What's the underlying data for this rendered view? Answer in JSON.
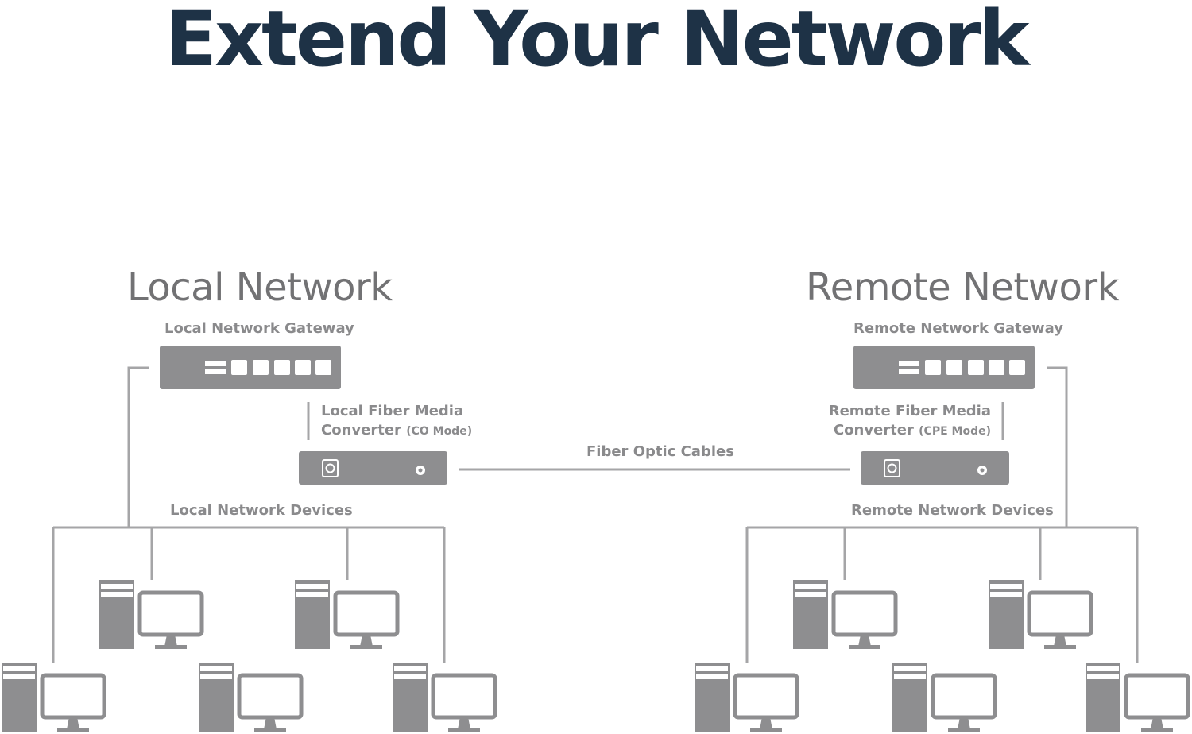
{
  "title": "Extend Your Network",
  "local": {
    "heading": "Local Network",
    "gateway_label": "Local Network Gateway",
    "converter_label_line1": "Local Fiber Media",
    "converter_label_line2": "Converter",
    "converter_mode": "(CO Mode)",
    "devices_label": "Local Network Devices"
  },
  "remote": {
    "heading": "Remote Network",
    "gateway_label": "Remote Network Gateway",
    "converter_label_line1": "Remote Fiber Media",
    "converter_label_line2": "Converter",
    "converter_mode": "(CPE Mode)",
    "devices_label": "Remote Network Devices"
  },
  "link_label": "Fiber Optic Cables",
  "colors": {
    "title": "#1e3246",
    "device_gray": "#8e8e90",
    "line_gray": "#a5a5a7",
    "text_gray": "#8a8a8c"
  },
  "icons": [
    "gateway-switch-icon",
    "media-converter-icon",
    "desktop-computer-icon"
  ]
}
